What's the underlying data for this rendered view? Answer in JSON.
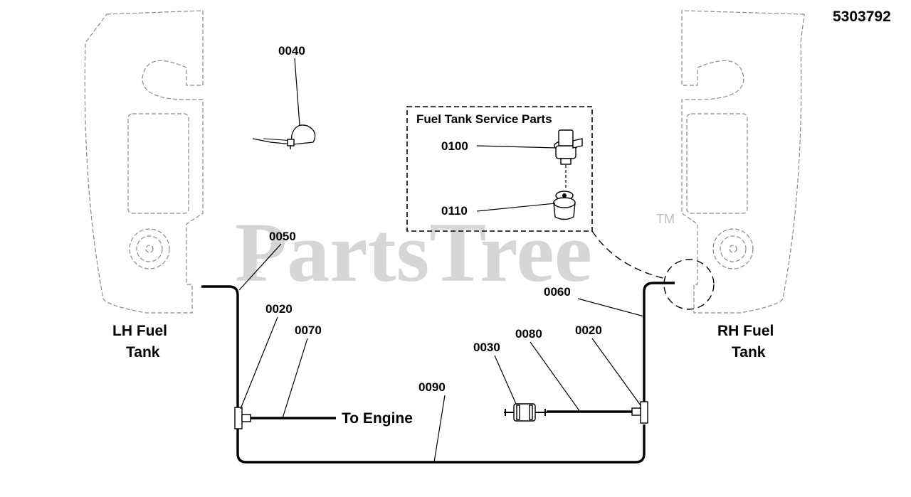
{
  "part_number": "5303792",
  "watermark": {
    "text": "PartsTree",
    "tm": "TM"
  },
  "inset_title": "Fuel Tank Service Parts",
  "labels": {
    "lh_tank_line1": "LH Fuel",
    "lh_tank_line2": "Tank",
    "rh_tank_line1": "RH Fuel",
    "rh_tank_line2": "Tank",
    "to_engine": "To Engine"
  },
  "callouts": {
    "c0040": "0040",
    "c0050": "0050",
    "c0020_left": "0020",
    "c0070": "0070",
    "c0090": "0090",
    "c0030": "0030",
    "c0080": "0080",
    "c0020_right": "0020",
    "c0060": "0060",
    "c0100": "0100",
    "c0110": "0110"
  },
  "colors": {
    "line": "#000000",
    "ghost": "#8a8a8a",
    "watermark": "#c8c8c8"
  }
}
